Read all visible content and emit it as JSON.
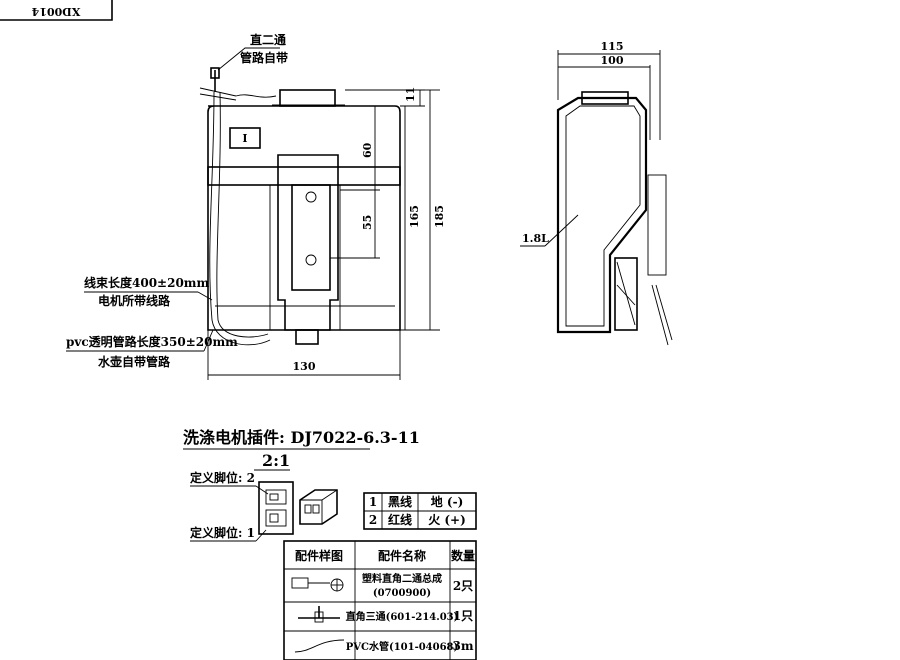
{
  "drawing_code": "XD0014",
  "callouts": {
    "straight_connector_line1": "直二通",
    "straight_connector_line2": "管路自带",
    "region_marker": "I",
    "harness_line1": "线束长度400±20mm",
    "harness_line2": "电机所带线路",
    "pvc_line1": "pvc透明管路长度350±20mm",
    "pvc_line2": "水壶自带管路"
  },
  "dimensions": {
    "d11": "11",
    "d60": "60",
    "d55": "55",
    "d165": "165",
    "d185": "185",
    "d130": "130",
    "d115": "115",
    "d100": "100",
    "volume": "1.8L"
  },
  "motor_connector": {
    "title": "洗涤电机插件: DJ7022-6.3-11",
    "scale": "2:1",
    "pin2_label": "定义脚位: 2",
    "pin1_label": "定义脚位: 1"
  },
  "pin_table": {
    "rows": [
      {
        "no": "1",
        "wire": "黑线",
        "func": "地 (-)"
      },
      {
        "no": "2",
        "wire": "红线",
        "func": "火 (+)"
      }
    ]
  },
  "parts_table": {
    "headers": [
      "配件样图",
      "配件名称",
      "数量"
    ],
    "rows": [
      {
        "name": "塑料直角二通总成",
        "code": "(0700900)",
        "qty": "2只",
        "icon": "elbow-connector-icon"
      },
      {
        "name": "直角三通(601-214.03)",
        "code": "",
        "qty": "1只",
        "icon": "tee-connector-icon"
      },
      {
        "name": "PVC水管(101-04068)",
        "code": "",
        "qty": "3m",
        "icon": "pvc-hose-icon"
      }
    ]
  }
}
